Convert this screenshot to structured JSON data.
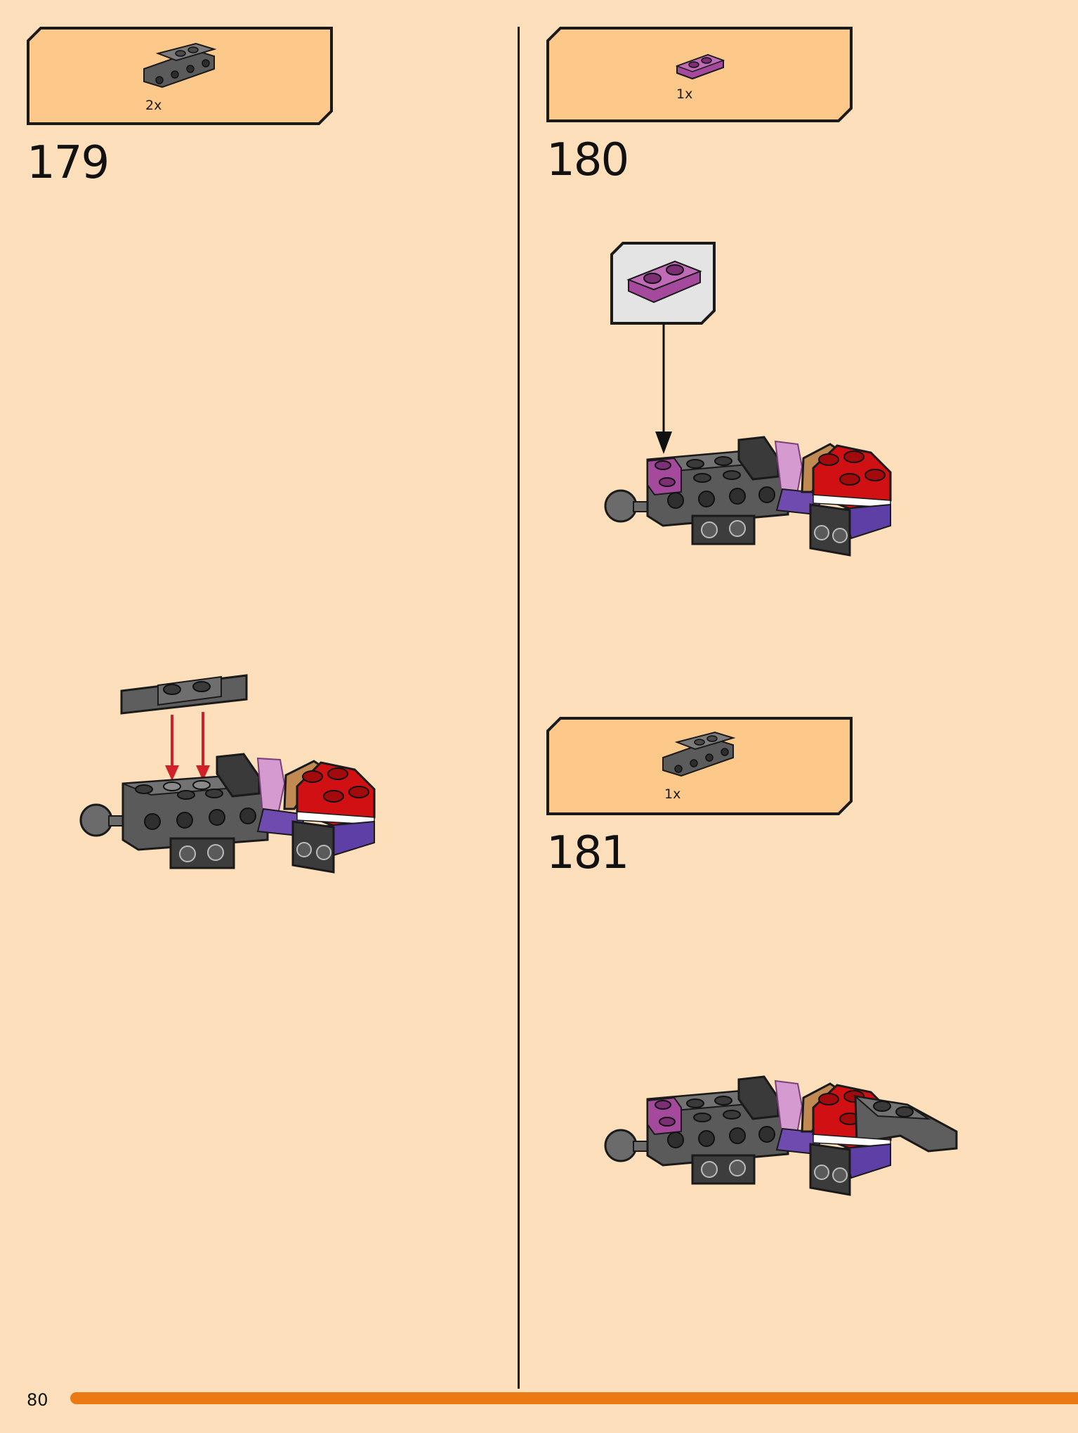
{
  "steps": [
    {
      "number": "179",
      "part_qty": "2x",
      "part": "dark-gray-bracket-plate-icon"
    },
    {
      "number": "180",
      "part_qty": "1x",
      "part": "magenta-plate-1x2-icon"
    },
    {
      "number": "181",
      "part_qty": "1x",
      "part": "dark-gray-bracket-plate-icon"
    }
  ],
  "page": {
    "number": "80"
  },
  "colors": {
    "background": "#fde0bb",
    "parts_box": "#fdc98a",
    "accent_bar": "#ec7a12",
    "dark_gray": "#5e5e5e",
    "red": "#d01012",
    "magenta": "#a5499c",
    "arrow_red": "#d2202a",
    "callout": "#e4e4e4"
  }
}
